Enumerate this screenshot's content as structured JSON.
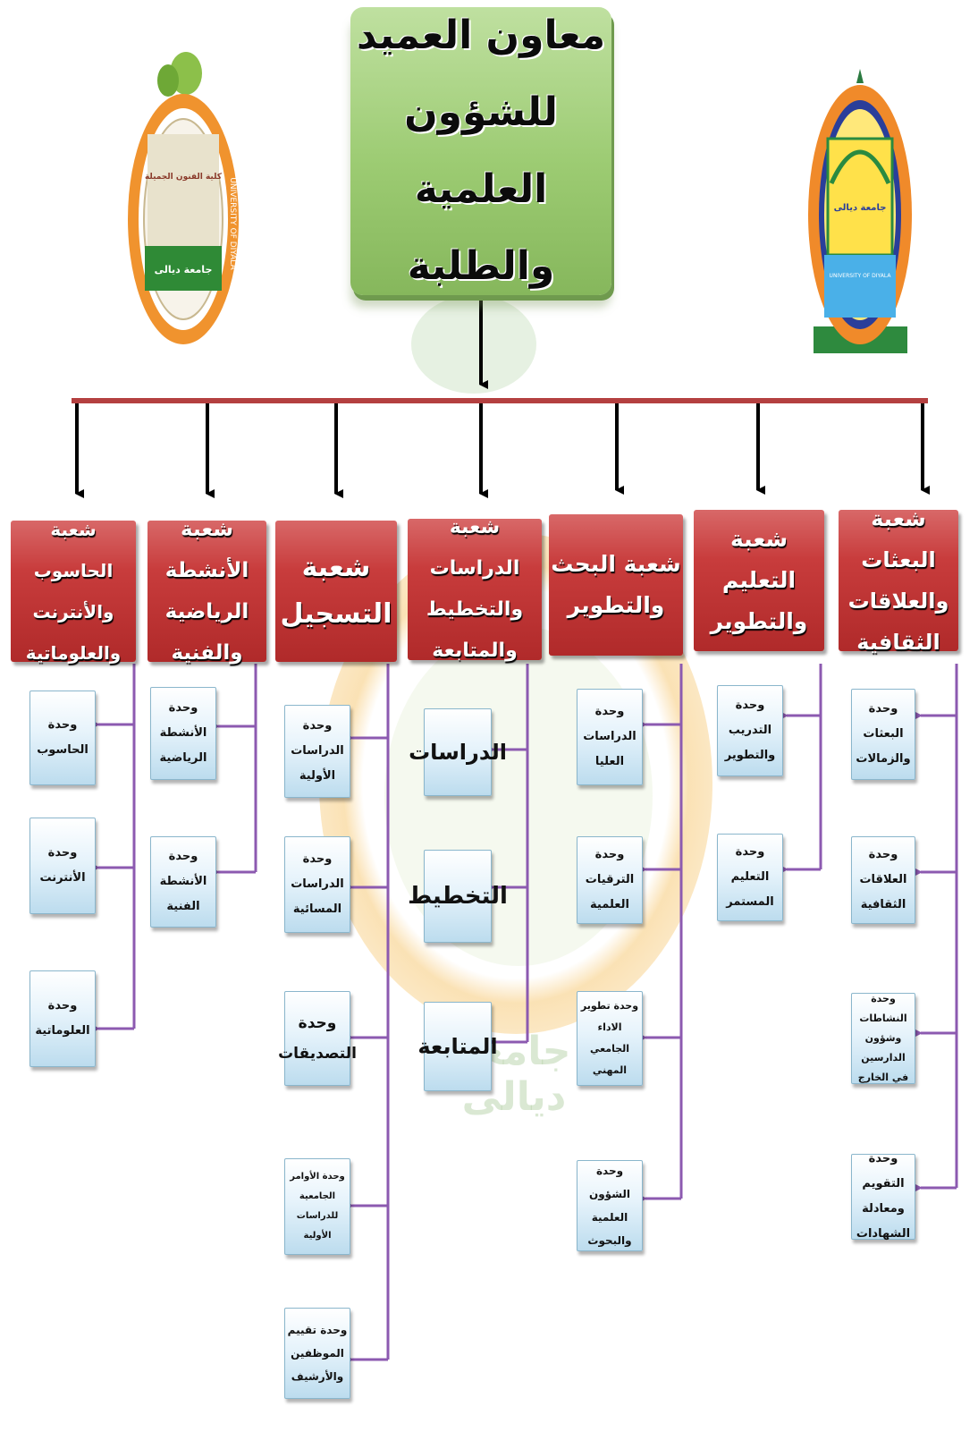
{
  "header": {
    "title": "معاون العميد للشؤون العلمية والطلبة"
  },
  "logos": {
    "left": {
      "ring_text": "UNIVERSITY OF DIYALA",
      "inner_text": "كلية الفنون الجميلة",
      "bottom_text": "جامعة ديالى"
    },
    "right": {
      "ring_text": "UNIVERSITY OF DIYALA",
      "inner_text": "جامعة ديالى"
    }
  },
  "watermark": {
    "text": "جامعة ديالى"
  },
  "colors": {
    "top_box": "#9ccb72",
    "department": "#c83c3c",
    "bus_line": "#b44040",
    "connector": "#8c5ab0",
    "unit_box": "#e6f3fb"
  },
  "departments": [
    {
      "label": "شعبة البعثات والعلاقات الثقافية",
      "units": [
        "وحدة البعثات والزمالات",
        "وحدة العلاقات الثقافية",
        "وحدة النشاطات وشؤون الدارسين في الخارج",
        "وحدة التقويم ومعادلة الشهادات"
      ]
    },
    {
      "label": "شعبة التعليم والتطوير",
      "units": [
        "وحدة التدريب والتطوير",
        "وحدة التعليم المستمر"
      ]
    },
    {
      "label": "شعبة البحث والتطوير",
      "units": [
        "وحدة الدراسات العليا",
        "وحدة الترقيات العلمية",
        "وحدة تطوير الاداء الجامعي المهني",
        "وحدة الشؤون العلمية والبحوث"
      ]
    },
    {
      "label": "شعبة الدراسات والتخطيط والمتابعة",
      "units": [
        "الدراسات",
        "التخطيط",
        "المتابعة"
      ]
    },
    {
      "label": "شعبة التسجيل",
      "units": [
        "وحدة الدراسات الأولية",
        "وحدة الدراسات المسائية",
        "وحدة التصديقات",
        "وحدة الأوامر الجامعية للدراسات الأولية",
        "وحدة تقييم الموظفين والأرشيف"
      ]
    },
    {
      "label": "شعبة الأنشطة الرياضية والفنية",
      "units": [
        "وحدة الأنشطة الرياضية",
        "وحدة الأنشطة الفنية"
      ]
    },
    {
      "label": "شعبة الحاسوب والأنترنت والعلوماتية",
      "units": [
        "وحدة الحاسوب",
        "وحدة الأنترنت",
        "وحدة العلوماتية"
      ]
    }
  ]
}
